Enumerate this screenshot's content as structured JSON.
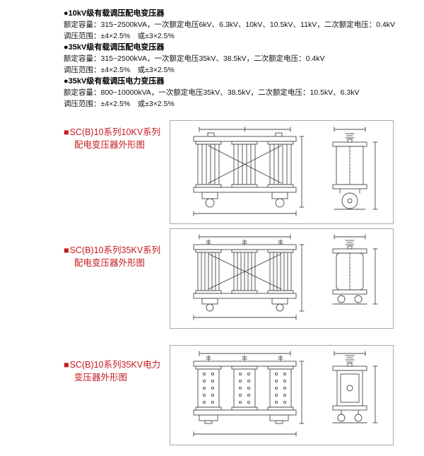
{
  "colors": {
    "accent_red": "#c61a1f",
    "text": "#1a1a1a",
    "line": "#4a4a4a",
    "box_border": "#a9a9a9"
  },
  "specs": [
    {
      "heading": "●10kV级有载调压配电变压器",
      "lines": [
        "额定容量：315~2500kVA，一次额定电压6kV、6.3kV、10kV、10.5kV、11kV，二次额定电压：0.4kV",
        "调压范围：±4×2.5%　或±3×2.5%"
      ]
    },
    {
      "heading": "●35kV级有载调压配电变压器",
      "lines": [
        "额定容量：315~2500kVA，一次额定电压35kV、38.5kV，二次额定电压：0.4kV",
        "调压范围：±4×2.5%　或±3×2.5%"
      ]
    },
    {
      "heading": "●35kV级有载调压电力变压器",
      "lines": [
        "额定容量：800~10000kVA，一次额定电压35kV、38.5kV，二次额定电压：10.5kV、6.3kV",
        "调压范围：±4×2.5%　或±3×2.5%"
      ]
    }
  ],
  "figures": [
    {
      "marker": "■",
      "label_line1": "SC(B)10系列10KV系列",
      "label_line2": "配电变压器外形图"
    },
    {
      "marker": "■",
      "label_line1": "SC(B)10系列35KV系列",
      "label_line2": "配电变压器外形图"
    },
    {
      "marker": "■",
      "label_line1": "SC(B)10系列35KV电力",
      "label_line2": "变压器外形图"
    }
  ]
}
